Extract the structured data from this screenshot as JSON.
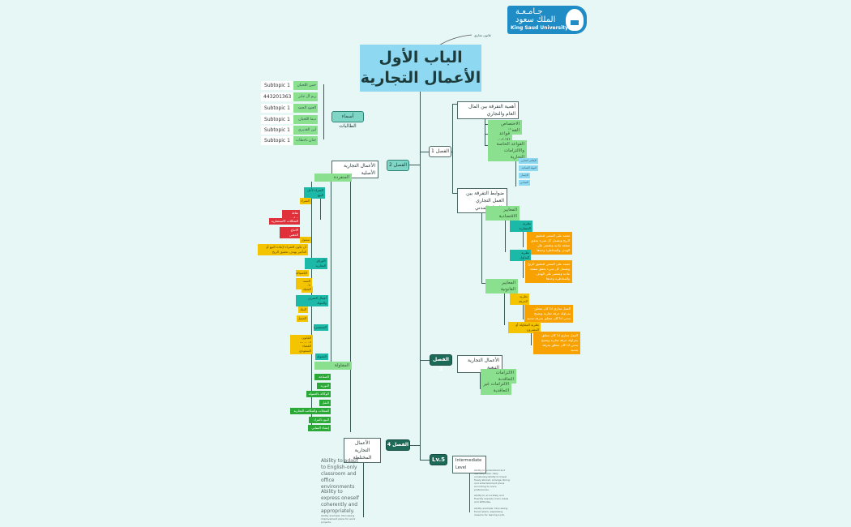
{
  "logo": {
    "arabic_line1": "جـامـعـة",
    "arabic_line2": "الملك سعود",
    "english": "King Saud University"
  },
  "root": {
    "title_line1": "الباب الأول",
    "title_line2": "الأعمال التجارية",
    "note": "قانون تجاري"
  },
  "students": {
    "label": "أسماء الطالبات",
    "items": [
      {
        "name": "حنين اللحيان",
        "value": "Subtopic 1"
      },
      {
        "name": "ريم آل جابر",
        "value": "443201363"
      },
      {
        "name": "العنود الحمد",
        "value": "Subtopic 1"
      },
      {
        "name": "ديما اللحيان",
        "value": "Subtopic 1"
      },
      {
        "name": "لين القديري",
        "value": "Subtopic 1"
      },
      {
        "name": "جنان باحطاب",
        "value": "Subtopic 1"
      }
    ]
  },
  "chapter1": {
    "tag": "الفصل 1",
    "topic1": {
      "label": "أهمية التفرقة بين المال العام والتجاري",
      "items": [
        "الاختصاص القضائي",
        "قواعد الإثبات",
        "القواعد الخاصة والالتزامات التجارية"
      ],
      "subitems": [
        "الإفلاس التجاري",
        "المهلة القضائية",
        "الإعسار",
        "التضامن"
      ]
    },
    "topic2": {
      "label": "ضوابط التفرقة بين العمل التجاري والعمل المدني",
      "economic": {
        "label": "المعايير الاقتصادية",
        "theories": [
          {
            "label": "نظرية المضاربة",
            "desc": "تعتمد على السعي لتحقيق الربح وتشمل كل شيء يحقق منفعة مادية وتقتصر على الهدف والمخاطرة وحدها"
          },
          {
            "label": "نظرية التداول",
            "desc": "تعتمد على السعي لتحقيق الربح وتشمل كل شيء يحقق منفعة مادية وتقتصر على الهدف والمخاطرة وحدها"
          }
        ]
      },
      "legal": {
        "label": "المعايير القانونية",
        "theories": [
          {
            "label": "نظرية الحرفة",
            "desc": "العمل تجاري اذا كان متعلق بمزاولة حرفة تجارية ويصبح مدني اذا كان متعلق بحرفة مدنية"
          },
          {
            "label": "نظرية المقاولة أو المشروع",
            "desc": "العمل تجاري اذا كان متعلق بمزاولة حرفة تجارية ويصبح مدني اذا كان متعلق بحرفة مدنية"
          }
        ]
      }
    }
  },
  "chapter2": {
    "tag": "الفصل 2",
    "label": "الأعمال التجارية الأصلية",
    "single": {
      "label": "المنفردة",
      "groups": [
        {
          "label": "الشراء لأجل البيع",
          "items": [
            {
              "label": "الشراء",
              "children": [
                "نقاط وراتب",
                "الشكلات الاستثمارية",
                "الانتاج الذهبي"
              ]
            },
            {
              "label": "منقول",
              "children": []
            },
            {
              "label": "أن يكون الشراء لإعادة البيع أو التأجير بهدف تحقيق الربح",
              "children": []
            }
          ]
        },
        {
          "label": "الأوراق التجارية",
          "items": [
            {
              "label": "الكمبيالة"
            },
            {
              "label": "السند لأمر"
            },
            {
              "label": "الشيك"
            }
          ]
        },
        {
          "label": "أعمال الصرف والبنوك",
          "items": [
            {
              "label": "البنك"
            },
            {
              "label": "العميل"
            }
          ]
        },
        {
          "label": "السمسرة",
          "items": [
            {
              "label": "القانون السعودي"
            },
            {
              "label": "القضاء السعودي"
            }
          ]
        },
        {
          "label": "العمولة",
          "items": []
        }
      ]
    },
    "contracting": {
      "label": "المقاولة",
      "items": [
        "الصناعة",
        "التوريد",
        "الوكالة بالعمولة",
        "النقل",
        "المحلات والمكاتب التجارية",
        "البيع بالمزاد",
        "إنشاء المباني"
      ]
    }
  },
  "chapter3": {
    "tag": "الفصل 3",
    "label": "الأعمال التجارية التبعية",
    "items": [
      "الالتزامات التعاقدية",
      "الالتزامات غير التعاقدية"
    ]
  },
  "chapter4": {
    "tag": "الفصل 4",
    "label": "الأعمال التجارية المختلطة",
    "items": [
      "Ability to adapt to English-only classroom and office environments",
      "Ability to express oneself coherently and appropriately.",
      "Ability example: Discussing improvement plans for work projects."
    ]
  },
  "level": {
    "tag": "Lv.5",
    "label": "Intermediate Level",
    "items": [
      "Ability to understand and use very basic daily vocabulary.Ability to travel freely abroad, arrange dining and entertainment plans according to one's preferences.",
      "Ability to accurately and fluently express one's views and attitudes.",
      "Ability example: Discussing travel plans, explaining reasons for leaving a job."
    ]
  },
  "colors": {
    "background": "#e6f7f5",
    "title_bg": "#8fd8f2",
    "line": "#3b5b57",
    "teal": "#1cb8a8",
    "yellow": "#f5c400",
    "red": "#e0313a",
    "green": "#2aa936",
    "orange": "#f7a200",
    "light_green": "#8be08f"
  }
}
